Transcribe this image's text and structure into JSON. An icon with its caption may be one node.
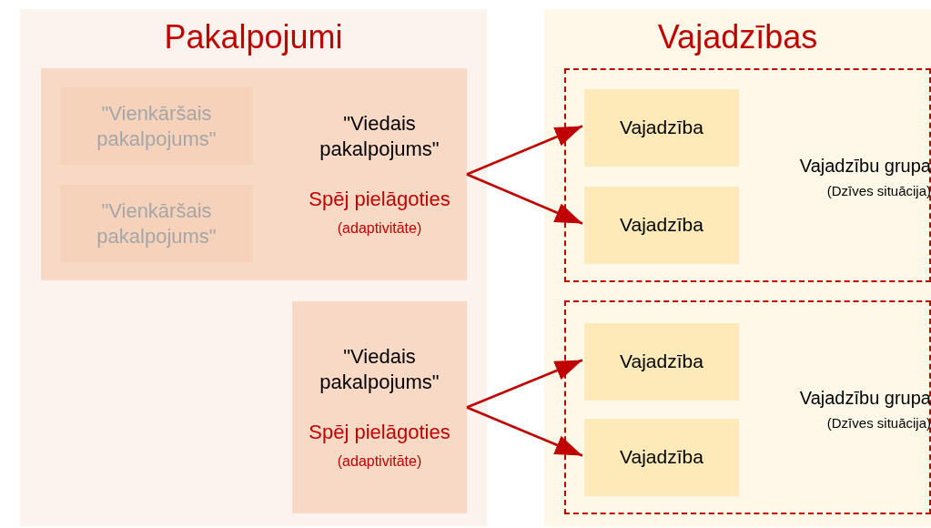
{
  "diagram": {
    "nodes": [
      {
        "text": [
          "Pakalpojumi"
        ]
      },
      {
        "text": [
          "\"Viedais pakalpojums\"",
          "Spēj pielāgoties",
          "(adaptivitāte)"
        ],
        "in": 0
      },
      {
        "text": [
          "\"Vienkāršais pakalpojums\""
        ],
        "in": 1
      },
      {
        "text": [
          "\"Vienkāršais pakalpojums\""
        ],
        "in": 1
      },
      {
        "text": [
          "\"Viedais pakalpojums\"",
          "Spēj pielāgoties",
          "(adaptivitāte)"
        ],
        "in": 0
      },
      {
        "text": [
          "Vajadzības"
        ]
      },
      {
        "text": [
          "Vajadzību grupa",
          "(Dzīves situācija)"
        ],
        "in": 5
      },
      {
        "text": [
          "Vajadzība"
        ],
        "in": 6
      },
      {
        "text": [
          "Vajadzība"
        ],
        "in": 6
      },
      {
        "text": [
          "Vajadzību grupa",
          "(Dzīves situācija)"
        ],
        "in": 5
      },
      {
        "text": [
          "Vajadzība"
        ],
        "in": 9
      },
      {
        "text": [
          "Vajadzība"
        ],
        "in": 9
      }
    ],
    "edges": [
      {
        "from": 1,
        "to": 7,
        "arrow": "to",
        "color": "#c00000"
      },
      {
        "from": 1,
        "to": 8,
        "arrow": "to",
        "color": "#c00000"
      },
      {
        "from": 4,
        "to": 10,
        "arrow": "to",
        "color": "#c00000"
      },
      {
        "from": 4,
        "to": 11,
        "arrow": "to",
        "color": "#c00000"
      }
    ]
  }
}
